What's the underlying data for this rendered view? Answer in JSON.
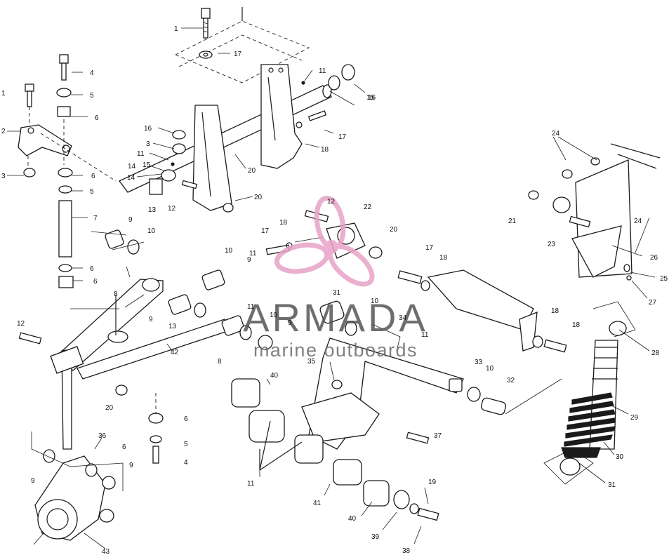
{
  "watermark": {
    "brand": "ARMADA",
    "tagline": "marine outboards",
    "brand_color": "#5a5a5a",
    "logo_color": "#e8a3c7"
  },
  "callouts": [
    {
      "id": "c1a",
      "text": "1"
    },
    {
      "id": "c1b",
      "text": "1"
    },
    {
      "id": "c2",
      "text": "2"
    },
    {
      "id": "c3a",
      "text": "3"
    },
    {
      "id": "c3b",
      "text": "3"
    },
    {
      "id": "c4a",
      "text": "4"
    },
    {
      "id": "c4b",
      "text": "4"
    },
    {
      "id": "c5a",
      "text": "5"
    },
    {
      "id": "c5b",
      "text": "5"
    },
    {
      "id": "c5c",
      "text": "5"
    },
    {
      "id": "c6a",
      "text": "6"
    },
    {
      "id": "c6b",
      "text": "6"
    },
    {
      "id": "c6c",
      "text": "6"
    },
    {
      "id": "c6d",
      "text": "6"
    },
    {
      "id": "c6e",
      "text": "6"
    },
    {
      "id": "c6f",
      "text": "6"
    },
    {
      "id": "c7",
      "text": "7"
    },
    {
      "id": "c8a",
      "text": "8"
    },
    {
      "id": "c8b",
      "text": "8"
    },
    {
      "id": "c9a",
      "text": "9"
    },
    {
      "id": "c9b",
      "text": "9"
    },
    {
      "id": "c9c",
      "text": "9"
    },
    {
      "id": "c9d",
      "text": "9"
    },
    {
      "id": "c9e",
      "text": "9"
    },
    {
      "id": "c9f",
      "text": "9"
    },
    {
      "id": "c10a",
      "text": "10"
    },
    {
      "id": "c10b",
      "text": "10"
    },
    {
      "id": "c10c",
      "text": "10"
    },
    {
      "id": "c10d",
      "text": "10"
    },
    {
      "id": "c10e",
      "text": "10"
    },
    {
      "id": "c11a",
      "text": "11"
    },
    {
      "id": "c11b",
      "text": "11"
    },
    {
      "id": "c11c",
      "text": "11"
    },
    {
      "id": "c11d",
      "text": "11"
    },
    {
      "id": "c11e",
      "text": "11"
    },
    {
      "id": "c11f",
      "text": "11"
    },
    {
      "id": "c12a",
      "text": "12"
    },
    {
      "id": "c12b",
      "text": "12"
    },
    {
      "id": "c12c",
      "text": "12"
    },
    {
      "id": "c13a",
      "text": "13"
    },
    {
      "id": "c13b",
      "text": "13"
    },
    {
      "id": "c14a",
      "text": "14"
    },
    {
      "id": "c14b",
      "text": "14"
    },
    {
      "id": "c15a",
      "text": "15"
    },
    {
      "id": "c15b",
      "text": "15"
    },
    {
      "id": "c16a",
      "text": "16"
    },
    {
      "id": "c16b",
      "text": "16"
    },
    {
      "id": "c17a",
      "text": "17"
    },
    {
      "id": "c17b",
      "text": "17"
    },
    {
      "id": "c17c",
      "text": "17"
    },
    {
      "id": "c17d",
      "text": "17"
    },
    {
      "id": "c18a",
      "text": "18"
    },
    {
      "id": "c18b",
      "text": "18"
    },
    {
      "id": "c18c",
      "text": "18"
    },
    {
      "id": "c18d",
      "text": "18"
    },
    {
      "id": "c18e",
      "text": "18"
    },
    {
      "id": "c19",
      "text": "19"
    },
    {
      "id": "c20a",
      "text": "20"
    },
    {
      "id": "c20b",
      "text": "20"
    },
    {
      "id": "c20c",
      "text": "20"
    },
    {
      "id": "c20d",
      "text": "20"
    },
    {
      "id": "c21",
      "text": "21"
    },
    {
      "id": "c22",
      "text": "22"
    },
    {
      "id": "c23",
      "text": "23"
    },
    {
      "id": "c24a",
      "text": "24"
    },
    {
      "id": "c24b",
      "text": "24"
    },
    {
      "id": "c25",
      "text": "25"
    },
    {
      "id": "c26",
      "text": "26"
    },
    {
      "id": "c27",
      "text": "27"
    },
    {
      "id": "c28",
      "text": "28"
    },
    {
      "id": "c29",
      "text": "29"
    },
    {
      "id": "c30",
      "text": "30"
    },
    {
      "id": "c31a",
      "text": "31"
    },
    {
      "id": "c31b",
      "text": "31"
    },
    {
      "id": "c32",
      "text": "32"
    },
    {
      "id": "c33",
      "text": "33"
    },
    {
      "id": "c34",
      "text": "34"
    },
    {
      "id": "c35",
      "text": "35"
    },
    {
      "id": "c36",
      "text": "36"
    },
    {
      "id": "c37",
      "text": "37"
    },
    {
      "id": "c38",
      "text": "38"
    },
    {
      "id": "c39",
      "text": "39"
    },
    {
      "id": "c40a",
      "text": "40"
    },
    {
      "id": "c40b",
      "text": "40"
    },
    {
      "id": "c41",
      "text": "41"
    },
    {
      "id": "c42",
      "text": "42"
    },
    {
      "id": "c43",
      "text": "43"
    }
  ]
}
